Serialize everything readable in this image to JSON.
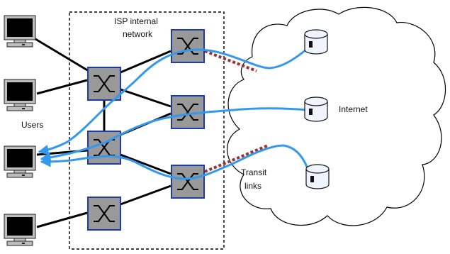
{
  "labels": {
    "isp_internal_network_line1": "ISP internal",
    "isp_internal_network_line2": "network",
    "users": "Users",
    "internet": "Internet",
    "transit_line1": "Transit",
    "transit_line2": "links"
  },
  "colors": {
    "blue_path": "#3399ee",
    "transit_link": "#993333",
    "router_fill": "#999999",
    "router_border": "#1f3ca6",
    "monitor_body": "#bdbdbd",
    "monitor_screen": "#000000",
    "server_fill": "#f0f4ff"
  },
  "icons": {
    "user_terminal": "monitor-icon",
    "router": "router-icon",
    "server": "database-server-icon",
    "internet": "cloud-icon"
  }
}
